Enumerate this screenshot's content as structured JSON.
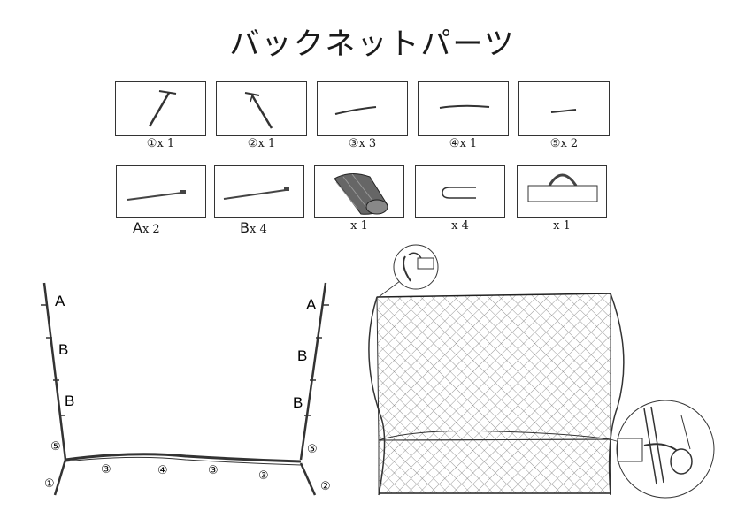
{
  "title": "バックネットパーツ",
  "parts_row1": [
    {
      "caption": "①x 1",
      "icon": "pole-1-icon"
    },
    {
      "caption": "②x 1",
      "icon": "pole-2-icon"
    },
    {
      "caption": "③x 3",
      "icon": "rod-3-icon"
    },
    {
      "caption": "④x 1",
      "icon": "rod-4-icon"
    },
    {
      "caption": "⑤x 2",
      "icon": "rod-5-icon"
    }
  ],
  "parts_row2": [
    {
      "letter": "A",
      "caption": "x 2",
      "icon": "pole-a-icon"
    },
    {
      "letter": "B",
      "caption": "x 4",
      "icon": "pole-b-icon"
    },
    {
      "letter": "",
      "caption": "x 1",
      "icon": "rolled-net-icon"
    },
    {
      "letter": "",
      "caption": "x 4",
      "icon": "ground-stake-icon"
    },
    {
      "letter": "",
      "caption": "x 1",
      "icon": "carry-bag-icon"
    }
  ],
  "frame_labels": {
    "left_a": "A",
    "left_b1": "B",
    "left_b2": "B",
    "left_5": "⑤",
    "left_1": "①",
    "right_a": "A",
    "right_b1": "B",
    "right_b2": "B",
    "right_5": "⑤",
    "right_2": "②",
    "bottom": [
      "③",
      "④",
      "③",
      "③"
    ]
  }
}
